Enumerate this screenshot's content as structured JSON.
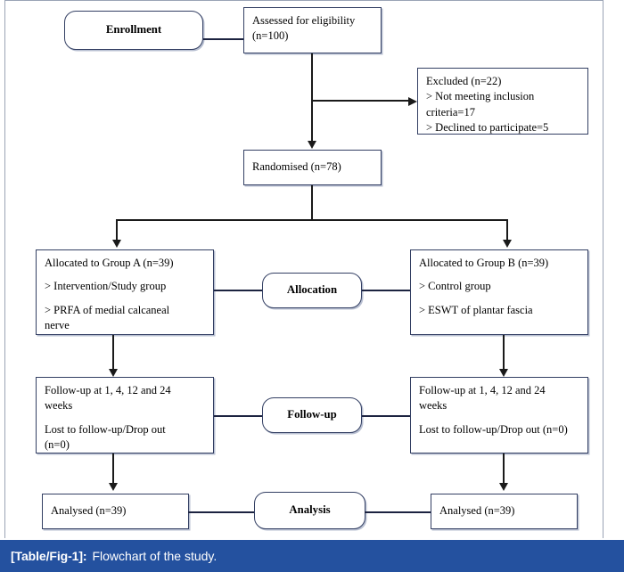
{
  "figure": {
    "caption_label": "[Table/Fig-1]:",
    "caption_text": "Flowchart of the study.",
    "caption_bar_color": "#24519f",
    "box_border_color": "#333f63",
    "connector_color": "#1a1a1a"
  },
  "chart_data": {
    "type": "diagram",
    "title": "Flowchart of the study.",
    "diagram_kind": "CONSORT participant flow diagram",
    "stages": [
      "Enrollment",
      "Allocation",
      "Follow-up",
      "Analysis"
    ],
    "counts": {
      "assessed_for_eligibility": 100,
      "excluded": 22,
      "not_meeting_inclusion_criteria": 17,
      "declined_to_participate": 5,
      "randomised": 78,
      "group_a_allocated": 39,
      "group_b_allocated": 39,
      "group_a_lost_to_followup": 0,
      "group_b_lost_to_followup": 0,
      "group_a_analysed": 39,
      "group_b_analysed": 39
    },
    "follow_up_weeks": [
      1,
      4,
      12,
      24
    ]
  },
  "nodes": {
    "enrollment": {
      "label": "Enrollment"
    },
    "assessed": {
      "line1": "Assessed for eligibility",
      "line2": "(n=100)"
    },
    "excluded": {
      "line1": "Excluded (n=22)",
      "line2": "> Not meeting inclusion",
      "line3": "criteria=17",
      "line4": "> Declined to participate=5"
    },
    "randomised": {
      "label": "Randomised (n=78)"
    },
    "allocation_label": {
      "label": "Allocation"
    },
    "group_a": {
      "line1": "Allocated to Group A (n=39)",
      "line2": "> Intervention/Study group",
      "line3": "> PRFA of medial calcaneal",
      "line4": "nerve"
    },
    "group_b": {
      "line1": "Allocated to Group B (n=39)",
      "line2": "> Control group",
      "line3": "> ESWT of plantar fascia"
    },
    "followup_label": {
      "label": "Follow-up"
    },
    "followup_a": {
      "line1": "Follow-up at 1, 4, 12 and 24",
      "line2": "weeks",
      "line3": "Lost to follow-up/Drop out",
      "line4": "(n=0)"
    },
    "followup_b": {
      "line1": "Follow-up at 1, 4, 12 and 24",
      "line2": "weeks",
      "line3": "Lost to follow-up/Drop out (n=0)"
    },
    "analysis_label": {
      "label": "Analysis"
    },
    "analysed_a": {
      "label": "Analysed (n=39)"
    },
    "analysed_b": {
      "label": "Analysed (n=39)"
    }
  }
}
